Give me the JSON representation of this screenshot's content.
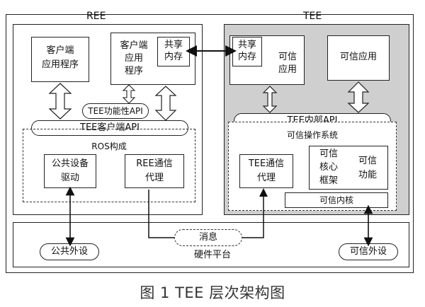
{
  "diagram": {
    "ree_label": "REE",
    "tee_label": "TEE",
    "ree_client_app": "客户端\n应用程序",
    "ree_client_app2": "客户端\n应用\n程序",
    "ree_shared_mem": "共享\n内存",
    "tee_shared_mem": "共享\n内存",
    "tee_trusted_app1": "可信\n应用",
    "tee_trusted_app2": "可信应用",
    "tee_func_api": "TEE功能性API",
    "tee_client_api": "TEE客户端API",
    "ros_label": "ROS构成",
    "public_driver": "公共设备\n驱动",
    "ree_comm_agent": "REE通信\n代理",
    "tee_internal_api": "TEE内部API",
    "trusted_os": "可信操作系统",
    "tee_comm_agent": "TEE通信\n代理",
    "trusted_core_fw": "可信\n核心\n框架",
    "trusted_func": "可信\n功能",
    "trusted_kernel": "可信内核",
    "message": "消息",
    "hardware_platform": "硬件平台",
    "public_peripheral": "公共外设",
    "trusted_peripheral": "可信外设"
  },
  "caption": "图 1   TEE 层次架构图",
  "colors": {
    "tee_bg": "#cfcfcf",
    "line": "#222222"
  }
}
